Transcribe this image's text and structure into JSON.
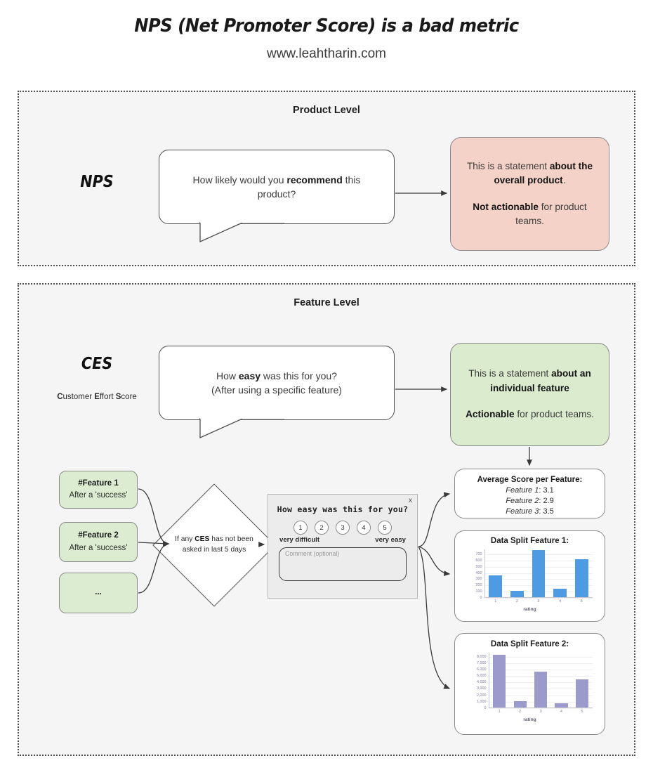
{
  "header": {
    "title": "NPS (Net Promoter Score) is a bad metric",
    "subtitle": "www.leahtharin.com"
  },
  "product_level": {
    "panel_title": "Product Level",
    "metric_abbr": "NPS",
    "question_pre": "How likely would you ",
    "question_bold": "recommend",
    "question_post": " this product?",
    "statement": {
      "line1_pre": "This is a statement ",
      "line1_bold": "about the overall product",
      "line1_post": ".",
      "line2_bold": "Not actionable",
      "line2_post": " for product teams.",
      "color": "#f5d2c7"
    }
  },
  "feature_level": {
    "panel_title": "Feature Level",
    "metric_abbr": "CES",
    "metric_expand_c": "C",
    "metric_expand_ustomer": "ustomer ",
    "metric_expand_e": "E",
    "metric_expand_ffort": "ffort ",
    "metric_expand_s": "S",
    "metric_expand_core": "core",
    "question_pre": "How ",
    "question_bold": "easy",
    "question_post": " was this for you?",
    "question_line2": "(After using a specific feature)",
    "statement": {
      "line1_pre": "This is a statement ",
      "line1_bold": "about an individual feature",
      "line2_bold": "Actionable",
      "line2_post": " for product teams.",
      "color": "#dbebcd"
    },
    "chips": [
      {
        "title": "#Feature 1",
        "sub": "After a 'success'"
      },
      {
        "title": "#Feature 2",
        "sub": "After a 'success'"
      },
      {
        "title": "...",
        "sub": ""
      }
    ],
    "decision": {
      "pre": "If any ",
      "bold": "CES",
      "post": " has not been asked in last 5 days"
    },
    "survey": {
      "close_label": "x",
      "question": "How easy was this for you?",
      "options": [
        "1",
        "2",
        "3",
        "4",
        "5"
      ],
      "left_legend": "very difficult",
      "right_legend": "very easy",
      "comment_placeholder": "Comment (optional)"
    },
    "average_card": {
      "title": "Average Score per Feature:",
      "rows": [
        {
          "label": "Feature 1",
          "value": ": 3.1"
        },
        {
          "label": "Feature 2",
          "value": ": 2.9"
        },
        {
          "label": "Feature 3",
          "value": ": 3.5"
        }
      ]
    }
  },
  "chart_data": [
    {
      "type": "bar",
      "title": "Data Split Feature 1:",
      "categories": [
        "1",
        "2",
        "3",
        "4",
        "5"
      ],
      "values": [
        350,
        105,
        755,
        140,
        615
      ],
      "xlabel": "rating",
      "ylabel": "",
      "ylim": [
        0,
        780
      ],
      "yticks": [
        0,
        100,
        200,
        300,
        400,
        500,
        600,
        700
      ],
      "ytick_labels": [
        "0",
        "100",
        "200",
        "300",
        "400",
        "500",
        "600",
        "700"
      ],
      "color": "#4d9ce3",
      "grid": true,
      "legend": "none"
    },
    {
      "type": "bar",
      "title": "Data Split Feature 2:",
      "categories": [
        "1",
        "2",
        "3",
        "4",
        "5"
      ],
      "values": [
        8200,
        1000,
        5600,
        650,
        4400
      ],
      "xlabel": "rating",
      "ylabel": "",
      "ylim": [
        0,
        8600
      ],
      "yticks": [
        0,
        1000,
        2000,
        3000,
        4000,
        5000,
        6000,
        7000,
        8000
      ],
      "ytick_labels": [
        "0",
        "1,000",
        "2,000",
        "3,000",
        "4,000",
        "5,000",
        "6,000",
        "7,000",
        "8,000"
      ],
      "color": "#9a9bca",
      "grid": true,
      "legend": "none"
    }
  ]
}
